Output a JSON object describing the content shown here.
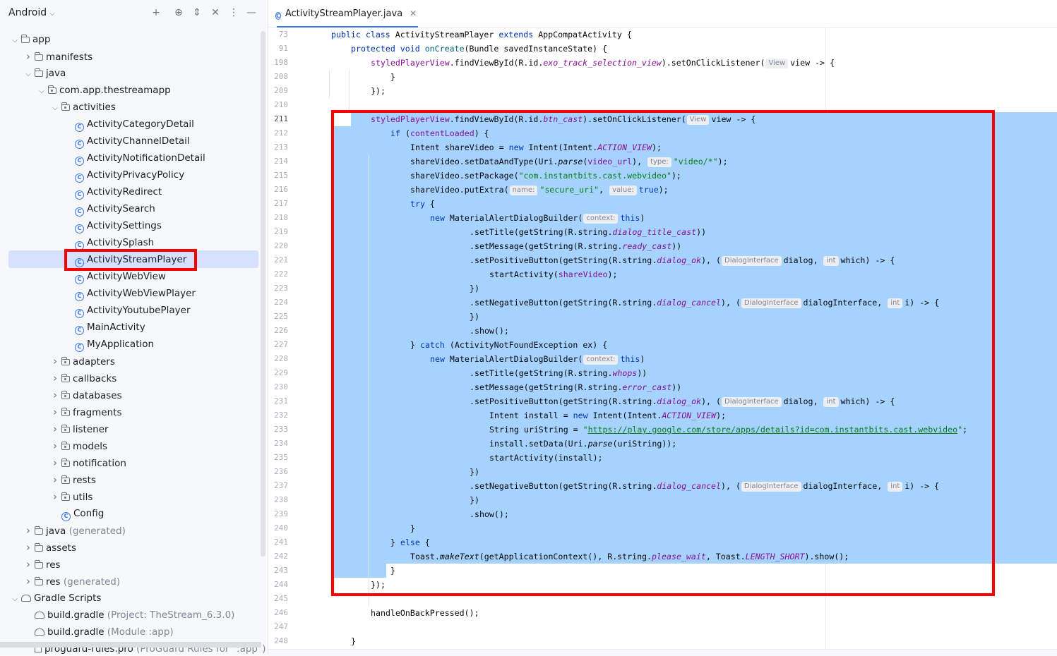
{
  "project_panel": {
    "title": "Android",
    "toolbar": [
      "add-icon",
      "locate-icon",
      "expand-icon",
      "collapse-icon",
      "more-icon",
      "minimize-icon"
    ],
    "tree": [
      {
        "label": "app",
        "suffix": "",
        "indent": 0,
        "arrow": "down",
        "icon": "module"
      },
      {
        "label": "manifests",
        "suffix": "",
        "indent": 1,
        "arrow": "right",
        "icon": "folder"
      },
      {
        "label": "java",
        "suffix": "",
        "indent": 1,
        "arrow": "down",
        "icon": "folder"
      },
      {
        "label": "com.app.thestreamapp",
        "suffix": "",
        "indent": 2,
        "arrow": "down",
        "icon": "pkg"
      },
      {
        "label": "activities",
        "suffix": "",
        "indent": 3,
        "arrow": "down",
        "icon": "pkg"
      },
      {
        "label": "ActivityCategoryDetail",
        "suffix": "",
        "indent": 4,
        "arrow": "",
        "icon": "cls"
      },
      {
        "label": "ActivityChannelDetail",
        "suffix": "",
        "indent": 4,
        "arrow": "",
        "icon": "cls"
      },
      {
        "label": "ActivityNotificationDetail",
        "suffix": "",
        "indent": 4,
        "arrow": "",
        "icon": "cls"
      },
      {
        "label": "ActivityPrivacyPolicy",
        "suffix": "",
        "indent": 4,
        "arrow": "",
        "icon": "cls"
      },
      {
        "label": "ActivityRedirect",
        "suffix": "",
        "indent": 4,
        "arrow": "",
        "icon": "cls"
      },
      {
        "label": "ActivitySearch",
        "suffix": "",
        "indent": 4,
        "arrow": "",
        "icon": "cls"
      },
      {
        "label": "ActivitySettings",
        "suffix": "",
        "indent": 4,
        "arrow": "",
        "icon": "cls"
      },
      {
        "label": "ActivitySplash",
        "suffix": "",
        "indent": 4,
        "arrow": "",
        "icon": "cls"
      },
      {
        "label": "ActivityStreamPlayer",
        "suffix": "",
        "indent": 4,
        "arrow": "",
        "icon": "cls",
        "selected": true
      },
      {
        "label": "ActivityWebView",
        "suffix": "",
        "indent": 4,
        "arrow": "",
        "icon": "cls"
      },
      {
        "label": "ActivityWebViewPlayer",
        "suffix": "",
        "indent": 4,
        "arrow": "",
        "icon": "cls"
      },
      {
        "label": "ActivityYoutubePlayer",
        "suffix": "",
        "indent": 4,
        "arrow": "",
        "icon": "cls"
      },
      {
        "label": "MainActivity",
        "suffix": "",
        "indent": 4,
        "arrow": "",
        "icon": "cls"
      },
      {
        "label": "MyApplication",
        "suffix": "",
        "indent": 4,
        "arrow": "",
        "icon": "cls"
      },
      {
        "label": "adapters",
        "suffix": "",
        "indent": 3,
        "arrow": "right",
        "icon": "pkg"
      },
      {
        "label": "callbacks",
        "suffix": "",
        "indent": 3,
        "arrow": "right",
        "icon": "pkg"
      },
      {
        "label": "databases",
        "suffix": "",
        "indent": 3,
        "arrow": "right",
        "icon": "pkg"
      },
      {
        "label": "fragments",
        "suffix": "",
        "indent": 3,
        "arrow": "right",
        "icon": "pkg"
      },
      {
        "label": "listener",
        "suffix": "",
        "indent": 3,
        "arrow": "right",
        "icon": "pkg"
      },
      {
        "label": "models",
        "suffix": "",
        "indent": 3,
        "arrow": "right",
        "icon": "pkg"
      },
      {
        "label": "notification",
        "suffix": "",
        "indent": 3,
        "arrow": "right",
        "icon": "pkg"
      },
      {
        "label": "rests",
        "suffix": "",
        "indent": 3,
        "arrow": "right",
        "icon": "pkg"
      },
      {
        "label": "utils",
        "suffix": "",
        "indent": 3,
        "arrow": "right",
        "icon": "pkg"
      },
      {
        "label": "Config",
        "suffix": "",
        "indent": 3,
        "arrow": "",
        "icon": "cls"
      },
      {
        "label": "java",
        "suffix": " (generated)",
        "indent": 1,
        "arrow": "right",
        "icon": "folder"
      },
      {
        "label": "assets",
        "suffix": "",
        "indent": 1,
        "arrow": "right",
        "icon": "folder"
      },
      {
        "label": "res",
        "suffix": "",
        "indent": 1,
        "arrow": "right",
        "icon": "folder"
      },
      {
        "label": "res",
        "suffix": " (generated)",
        "indent": 1,
        "arrow": "right",
        "icon": "folder"
      },
      {
        "label": "Gradle Scripts",
        "suffix": "",
        "indent": 0,
        "arrow": "down",
        "icon": "gradle"
      },
      {
        "label": "build.gradle",
        "suffix": " (Project: TheStream_6.3.0)",
        "indent": 1,
        "arrow": "",
        "icon": "gradle"
      },
      {
        "label": "build.gradle",
        "suffix": " (Module :app)",
        "indent": 1,
        "arrow": "",
        "icon": "gradle"
      },
      {
        "label": "proguard-rules.pro",
        "suffix": " (ProGuard Rules for \":app\")",
        "indent": 1,
        "arrow": "",
        "icon": "file"
      }
    ]
  },
  "editor": {
    "tab_label": "ActivityStreamPlayer.java",
    "current_line": "211",
    "lines": [
      {
        "n": "73",
        "t": [
          [
            "kw",
            "public class "
          ],
          [
            "",
            "ActivityStreamPlayer "
          ],
          [
            "kw",
            "extends "
          ],
          [
            "",
            "AppCompatActivity {"
          ]
        ],
        "indent": 1
      },
      {
        "n": "91",
        "t": [
          [
            "kw",
            "protected void "
          ],
          [
            "fn",
            "onCreate"
          ],
          [
            "",
            "(Bundle savedInstanceState) {"
          ]
        ],
        "indent": 2
      },
      {
        "n": "198",
        "t": [
          [
            "fld",
            "styledPlayerView"
          ],
          [
            "",
            ".findViewById(R.id."
          ],
          [
            "fld it",
            "exo_track_selection_view"
          ],
          [
            "",
            ").setOnClickListener("
          ],
          [
            "hint",
            "View"
          ],
          [
            "",
            "view -> {"
          ]
        ],
        "indent": 3
      },
      {
        "n": "208",
        "t": [
          [
            "",
            "}"
          ]
        ],
        "indent": 4
      },
      {
        "n": "209",
        "t": [
          [
            "",
            "});"
          ]
        ],
        "indent": 3
      },
      {
        "n": "210",
        "t": [],
        "indent": 0
      },
      {
        "n": "211",
        "t": [
          [
            "fld",
            "styledPlayerView"
          ],
          [
            "",
            ".findViewById(R.id."
          ],
          [
            "fld it",
            "btn_cast"
          ],
          [
            "",
            ").setOnClickListener("
          ],
          [
            "hint",
            "View"
          ],
          [
            "",
            "view -> {"
          ]
        ],
        "indent": 3
      },
      {
        "n": "212",
        "t": [
          [
            "kw",
            "if "
          ],
          [
            "",
            "("
          ],
          [
            "fld",
            "contentLoaded"
          ],
          [
            "",
            ") {"
          ]
        ],
        "indent": 4
      },
      {
        "n": "213",
        "t": [
          [
            "",
            "Intent shareVideo = "
          ],
          [
            "kw",
            "new "
          ],
          [
            "",
            "Intent(Intent."
          ],
          [
            "fld it",
            "ACTION_VIEW"
          ],
          [
            "",
            ");"
          ]
        ],
        "indent": 5
      },
      {
        "n": "214",
        "t": [
          [
            "",
            "shareVideo.setDataAndType(Uri."
          ],
          [
            "it",
            "parse"
          ],
          [
            "",
            "("
          ],
          [
            "fld",
            "video_url"
          ],
          [
            "",
            "), "
          ],
          [
            "hint",
            "type:"
          ],
          [
            "st",
            "\"video/*\""
          ],
          [
            "",
            ");"
          ]
        ],
        "indent": 5
      },
      {
        "n": "215",
        "t": [
          [
            "",
            "shareVideo.setPackage("
          ],
          [
            "st",
            "\"com.instantbits.cast.webvideo\""
          ],
          [
            "",
            ");"
          ]
        ],
        "indent": 5
      },
      {
        "n": "216",
        "t": [
          [
            "",
            "shareVideo.putExtra("
          ],
          [
            "hint",
            "name:"
          ],
          [
            "st",
            "\"secure_uri\""
          ],
          [
            "",
            ", "
          ],
          [
            "hint",
            "value:"
          ],
          [
            "kw",
            "true"
          ],
          [
            "",
            ");"
          ]
        ],
        "indent": 5
      },
      {
        "n": "217",
        "t": [
          [
            "kw",
            "try "
          ],
          [
            "",
            "{"
          ]
        ],
        "indent": 5
      },
      {
        "n": "218",
        "t": [
          [
            "kw",
            "new "
          ],
          [
            "",
            "MaterialAlertDialogBuilder("
          ],
          [
            "hint",
            "context:"
          ],
          [
            "kw",
            "this"
          ],
          [
            "",
            ")"
          ]
        ],
        "indent": 6
      },
      {
        "n": "219",
        "t": [
          [
            "",
            ".setTitle(getString(R.string."
          ],
          [
            "fld it",
            "dialog_title_cast"
          ],
          [
            "",
            "))"
          ]
        ],
        "indent": 8
      },
      {
        "n": "220",
        "t": [
          [
            "",
            ".setMessage(getString(R.string."
          ],
          [
            "fld it",
            "ready_cast"
          ],
          [
            "",
            "))"
          ]
        ],
        "indent": 8
      },
      {
        "n": "221",
        "t": [
          [
            "",
            ".setPositiveButton(getString(R.string."
          ],
          [
            "fld it",
            "dialog_ok"
          ],
          [
            "",
            "), ("
          ],
          [
            "hint",
            "DialogInterface"
          ],
          [
            "",
            "dialog, "
          ],
          [
            "hint",
            "int"
          ],
          [
            "",
            "which) -> {"
          ]
        ],
        "indent": 8
      },
      {
        "n": "222",
        "t": [
          [
            "",
            "startActivity("
          ],
          [
            "fld",
            "shareVideo"
          ],
          [
            "",
            ");"
          ]
        ],
        "indent": 9
      },
      {
        "n": "223",
        "t": [
          [
            "",
            "})"
          ]
        ],
        "indent": 8
      },
      {
        "n": "224",
        "t": [
          [
            "",
            ".setNegativeButton(getString(R.string."
          ],
          [
            "fld it",
            "dialog_cancel"
          ],
          [
            "",
            "), ("
          ],
          [
            "hint",
            "DialogInterface"
          ],
          [
            "",
            "dialogInterface, "
          ],
          [
            "hint",
            "int"
          ],
          [
            "",
            "i) -> {"
          ]
        ],
        "indent": 8
      },
      {
        "n": "225",
        "t": [
          [
            "",
            "})"
          ]
        ],
        "indent": 8
      },
      {
        "n": "226",
        "t": [
          [
            "",
            ".show();"
          ]
        ],
        "indent": 8
      },
      {
        "n": "227",
        "t": [
          [
            "",
            "} "
          ],
          [
            "kw",
            "catch "
          ],
          [
            "",
            "(ActivityNotFoundException ex) {"
          ]
        ],
        "indent": 5
      },
      {
        "n": "228",
        "t": [
          [
            "kw",
            "new "
          ],
          [
            "",
            "MaterialAlertDialogBuilder("
          ],
          [
            "hint",
            "context:"
          ],
          [
            "kw",
            "this"
          ],
          [
            "",
            ")"
          ]
        ],
        "indent": 6
      },
      {
        "n": "229",
        "t": [
          [
            "",
            ".setTitle(getString(R.string."
          ],
          [
            "fld it",
            "whops"
          ],
          [
            "",
            "))"
          ]
        ],
        "indent": 8
      },
      {
        "n": "230",
        "t": [
          [
            "",
            ".setMessage(getString(R.string."
          ],
          [
            "fld it",
            "error_cast"
          ],
          [
            "",
            "))"
          ]
        ],
        "indent": 8
      },
      {
        "n": "231",
        "t": [
          [
            "",
            ".setPositiveButton(getString(R.string."
          ],
          [
            "fld it",
            "dialog_ok"
          ],
          [
            "",
            "), ("
          ],
          [
            "hint",
            "DialogInterface"
          ],
          [
            "",
            "dialog, "
          ],
          [
            "hint",
            "int"
          ],
          [
            "",
            "which) -> {"
          ]
        ],
        "indent": 8
      },
      {
        "n": "232",
        "t": [
          [
            "",
            "Intent install = "
          ],
          [
            "kw",
            "new "
          ],
          [
            "",
            "Intent(Intent."
          ],
          [
            "fld it",
            "ACTION_VIEW"
          ],
          [
            "",
            ");"
          ]
        ],
        "indent": 9
      },
      {
        "n": "233",
        "t": [
          [
            "",
            "String uriString = "
          ],
          [
            "st",
            "\""
          ],
          [
            "lnk",
            "https://play.google.com/store/apps/details?id=com.instantbits.cast.webvideo"
          ],
          [
            "st",
            "\""
          ],
          [
            "",
            ";"
          ]
        ],
        "indent": 9
      },
      {
        "n": "234",
        "t": [
          [
            "",
            "install.setData(Uri."
          ],
          [
            "it",
            "parse"
          ],
          [
            "",
            "(uriString));"
          ]
        ],
        "indent": 9
      },
      {
        "n": "235",
        "t": [
          [
            "",
            "startActivity(install);"
          ]
        ],
        "indent": 9
      },
      {
        "n": "236",
        "t": [
          [
            "",
            "})"
          ]
        ],
        "indent": 8
      },
      {
        "n": "237",
        "t": [
          [
            "",
            ".setNegativeButton(getString(R.string."
          ],
          [
            "fld it",
            "dialog_cancel"
          ],
          [
            "",
            "), ("
          ],
          [
            "hint",
            "DialogInterface"
          ],
          [
            "",
            "dialogInterface, "
          ],
          [
            "hint",
            "int"
          ],
          [
            "",
            "i) -> {"
          ]
        ],
        "indent": 8
      },
      {
        "n": "238",
        "t": [
          [
            "",
            "})"
          ]
        ],
        "indent": 8
      },
      {
        "n": "239",
        "t": [
          [
            "",
            ".show();"
          ]
        ],
        "indent": 8
      },
      {
        "n": "240",
        "t": [
          [
            "",
            "}"
          ]
        ],
        "indent": 5
      },
      {
        "n": "241",
        "t": [
          [
            "",
            "} "
          ],
          [
            "kw",
            "else "
          ],
          [
            "",
            "{"
          ]
        ],
        "indent": 4
      },
      {
        "n": "242",
        "t": [
          [
            "",
            "Toast."
          ],
          [
            "it",
            "makeText"
          ],
          [
            "",
            "(getApplicationContext(), R.string."
          ],
          [
            "fld it",
            "please_wait"
          ],
          [
            "",
            ", Toast."
          ],
          [
            "fld it",
            "LENGTH_SHORT"
          ],
          [
            "",
            ").show();"
          ]
        ],
        "indent": 5
      },
      {
        "n": "243",
        "t": [
          [
            "",
            "}"
          ]
        ],
        "indent": 4
      },
      {
        "n": "244",
        "t": [
          [
            "",
            "});"
          ]
        ],
        "indent": 3
      },
      {
        "n": "245",
        "t": [],
        "indent": 0
      },
      {
        "n": "246",
        "t": [
          [
            "",
            "handleOnBackPressed();"
          ]
        ],
        "indent": 3
      },
      {
        "n": "247",
        "t": [],
        "indent": 0
      },
      {
        "n": "248",
        "t": [
          [
            "",
            "}"
          ]
        ],
        "indent": 2
      }
    ]
  }
}
